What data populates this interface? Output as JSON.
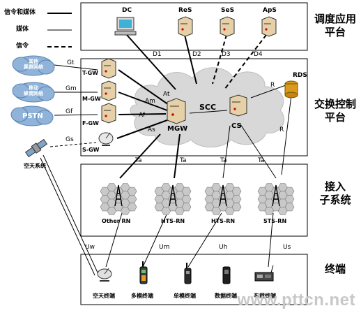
{
  "legend": {
    "signal_and_media": "信令和媒体",
    "media": "媒体",
    "signal": "信令"
  },
  "platforms": {
    "dispatch": "调度应用\n平台",
    "switch": "交换控制\n平台",
    "access": "接入\n子系统",
    "terminal": "终端"
  },
  "dispatch_nodes": [
    "DC",
    "ReS",
    "SeS",
    "ApS"
  ],
  "dispatch_links": [
    "D1",
    "D2",
    "D3",
    "D4"
  ],
  "switch": {
    "cloud": "SCC",
    "mgw": "MGW",
    "cs": "CS",
    "rds": "RDS",
    "rds_link_top": "R",
    "rds_link_side": "R"
  },
  "gateways": [
    "T-GW",
    "M-GW",
    "F-GW",
    "S-GW"
  ],
  "gateway_links": [
    "At",
    "Am",
    "Af",
    "As"
  ],
  "external_networks": [
    "其他\n集群网络",
    "移动\n蜂窝网络",
    "PSTN"
  ],
  "external_links": [
    "Gt",
    "Gm",
    "Gf",
    "Gs"
  ],
  "space_system": "空天系统",
  "access_links": [
    "Ta",
    "Ta",
    "Ta",
    "Ta"
  ],
  "access_nets": [
    "Other RN",
    "HTS-RN",
    "HTS-RN",
    "STS-RN"
  ],
  "terminal_links": [
    "Uw",
    "Um",
    "Uh",
    "Us"
  ],
  "terminals": [
    "空天终端",
    "多模终端",
    "单模终端",
    "数据终端",
    "车载终端"
  ],
  "watermark": "www.pttcn.net"
}
